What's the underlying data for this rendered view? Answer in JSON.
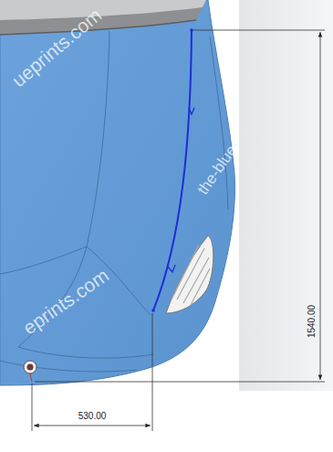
{
  "diagram": {
    "labels": [
      "ueprints.com",
      "the-blue",
      "eprints.com",
      "1540.00",
      "530.00"
    ]
  }
}
